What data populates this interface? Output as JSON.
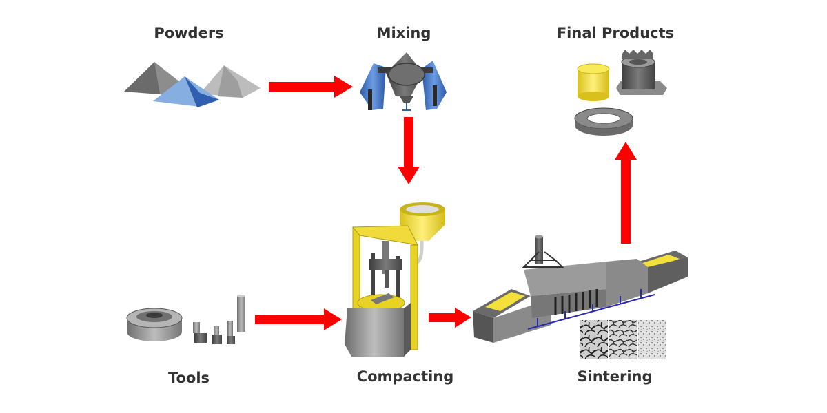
{
  "labels": {
    "powders": "Powders",
    "mixing": "Mixing",
    "final_products": "Final Products",
    "tools": "Tools",
    "compacting": "Compacting",
    "sintering": "Sintering"
  },
  "colors": {
    "arrow": "#ff0000",
    "yellow": "#f4e03a",
    "steel_blue": "#3f6fbf",
    "light_blue": "#86aee0",
    "dark_gray": "#5a5a5a",
    "mid_gray": "#8a8a8a",
    "light_gray": "#c4c4c4",
    "conveyor": "#2a2ab0",
    "label_text": "#333333"
  }
}
